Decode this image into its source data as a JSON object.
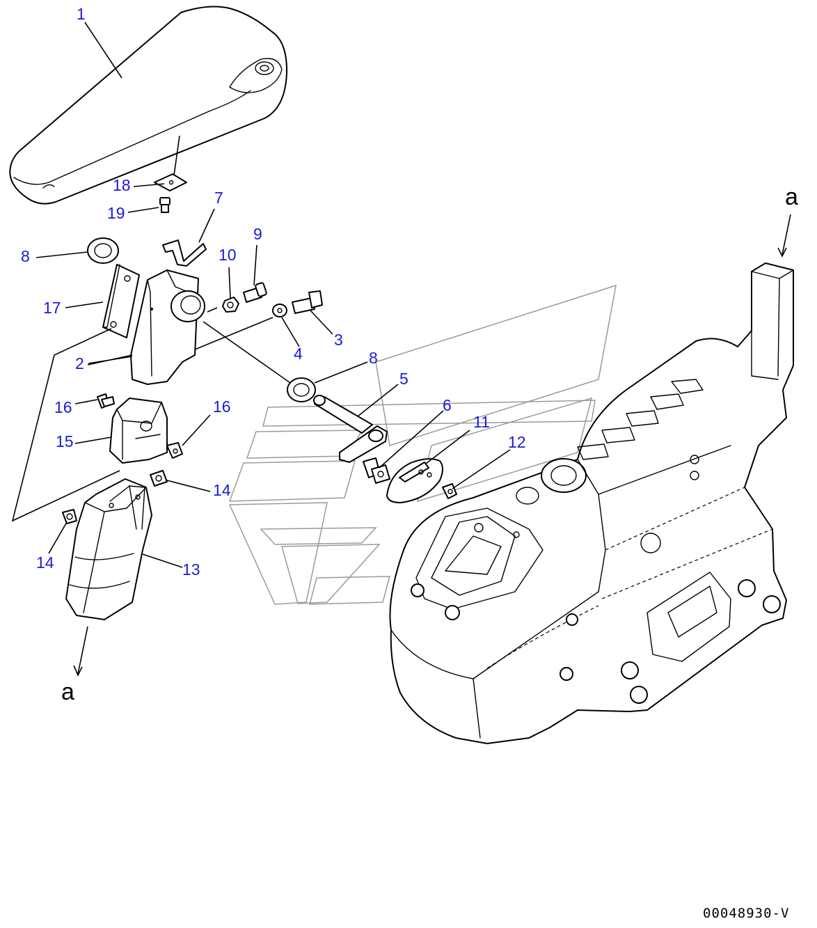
{
  "callouts": {
    "c1": "1",
    "c2": "2",
    "c3": "3",
    "c4": "4",
    "c5": "5",
    "c6": "6",
    "c7": "7",
    "c8a": "8",
    "c8b": "8",
    "c9": "9",
    "c10": "10",
    "c11": "11",
    "c12": "12",
    "c13": "13",
    "c14a": "14",
    "c14b": "14",
    "c15": "15",
    "c16a": "16",
    "c16b": "16",
    "c17": "17",
    "c18": "18",
    "c19": "19"
  },
  "view_marks": {
    "top_right": "a",
    "bottom_left": "a"
  },
  "drawing_number": "00048930-V",
  "colors": {
    "callout": "#1a1ad6",
    "lines": "#000000",
    "watermark": "#9a9a9a"
  }
}
